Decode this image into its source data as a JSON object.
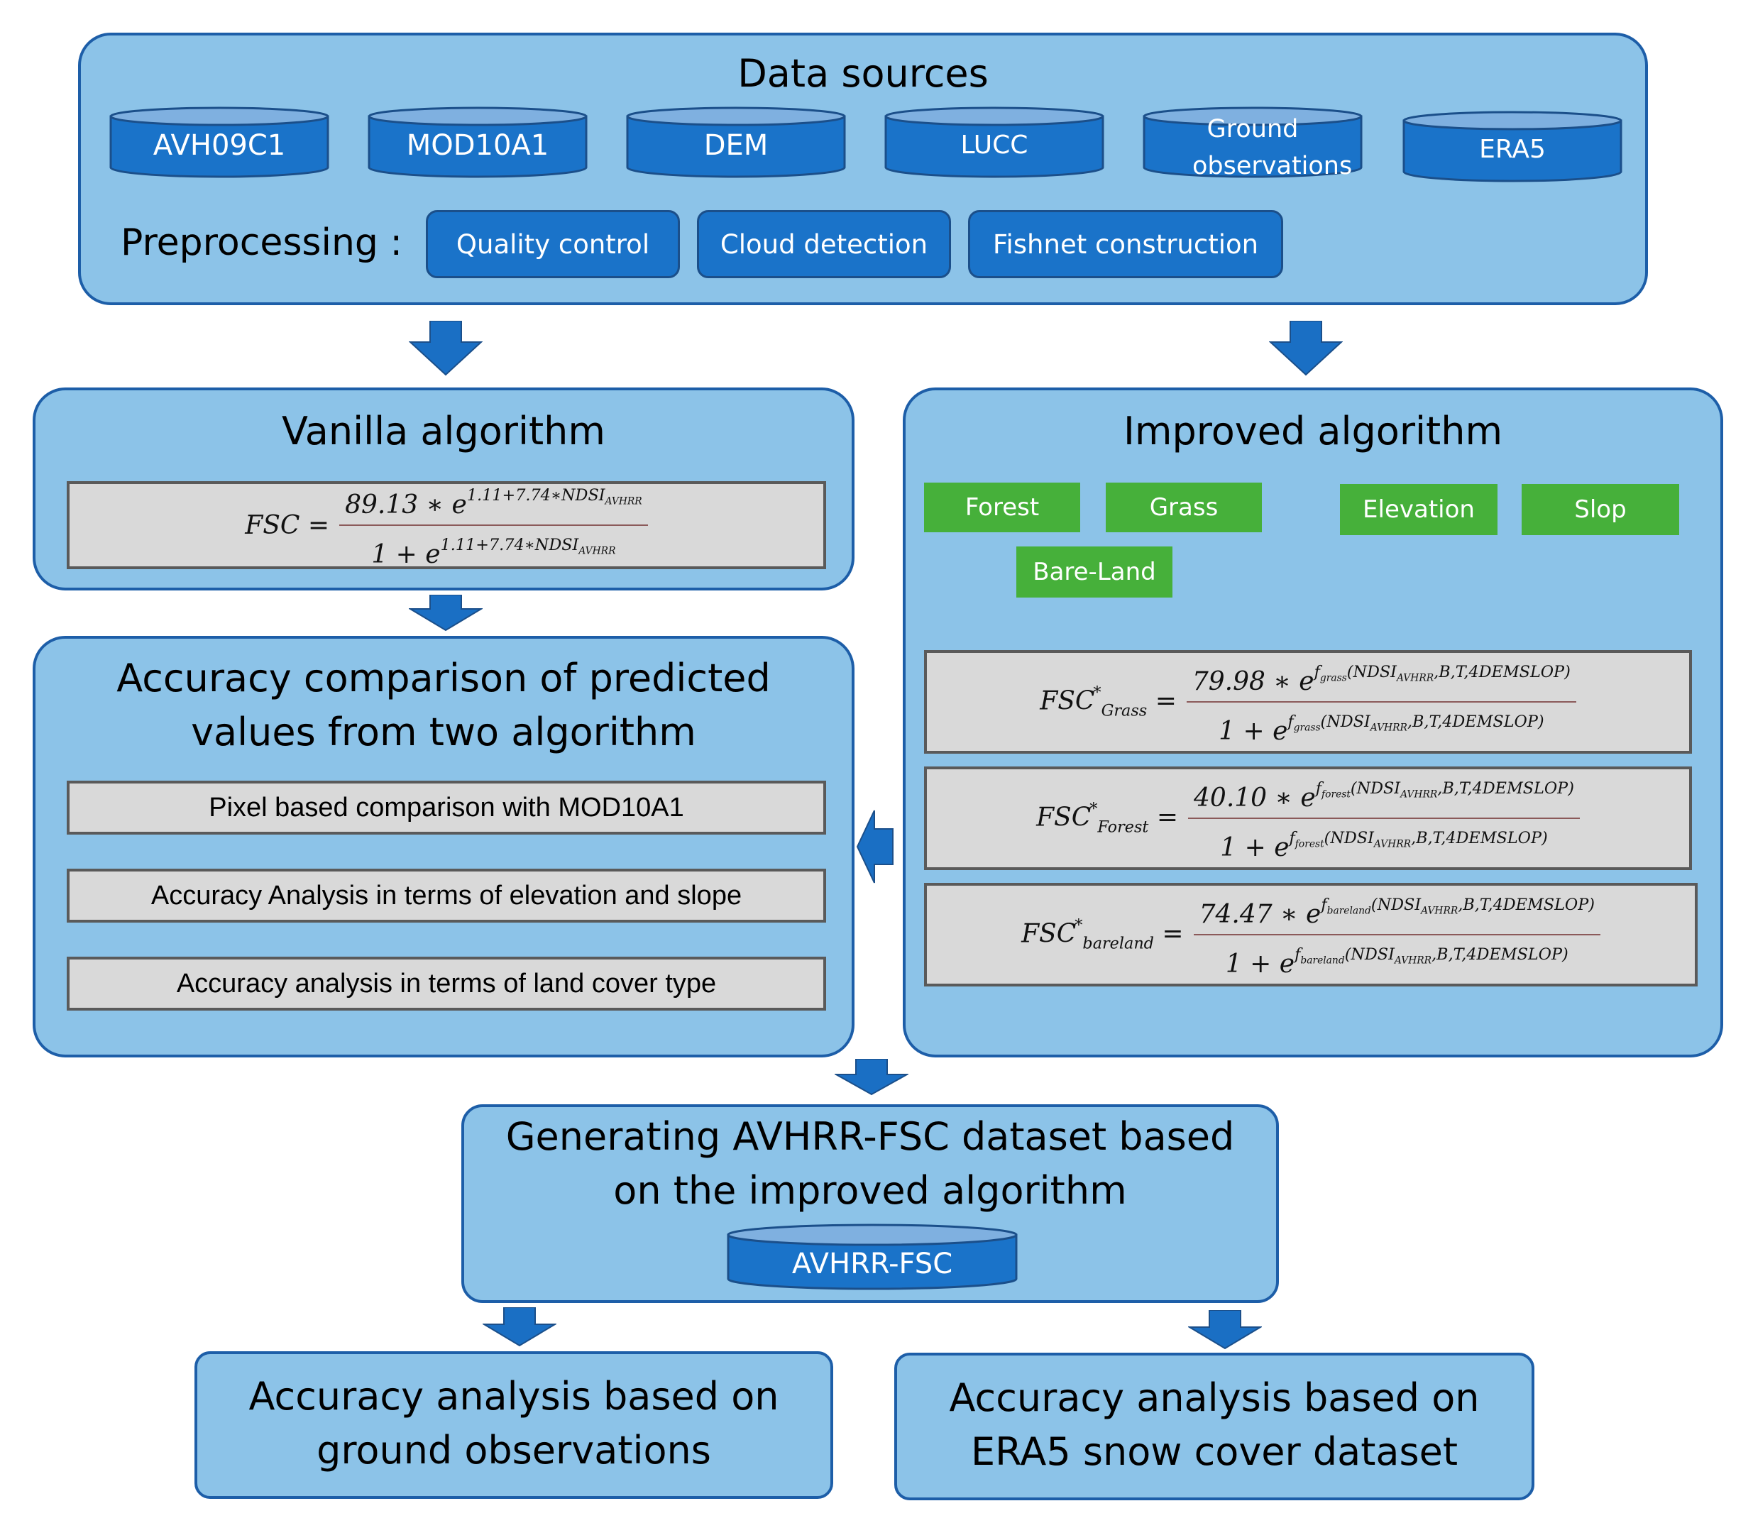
{
  "colors": {
    "panel_fill": "#8cc3e8",
    "panel_border": "#1d5ea8",
    "db_fill": "#1a73c9",
    "db_top": "#7fb0e0",
    "category_green": "#46b03a",
    "gray_box": "#d9d9d9",
    "arrow": "#1a6fc4"
  },
  "data_sources": {
    "title": "Data sources",
    "databases": [
      "AVH09C1",
      "MOD10A1",
      "DEM",
      "LUCC",
      "Ground observations",
      "ERA5"
    ],
    "preprocessing_label": "Preprocessing :",
    "preprocessing_steps": [
      "Quality control",
      "Cloud detection",
      "Fishnet construction"
    ]
  },
  "vanilla": {
    "title": "Vanilla algorithm",
    "formula": {
      "lhs": "FSC",
      "eq": "=",
      "numerator_coef": "89.13 ∗ e",
      "exponent": "1.11+7.74∗NDSI",
      "exponent_sub": "AVHRR",
      "denominator_lead": "1 + e"
    }
  },
  "improved": {
    "title": "Improved algorithm",
    "categories": [
      "Forest",
      "Grass",
      "Bare-Land",
      "Elevation",
      "Slop"
    ],
    "formulas": [
      {
        "lhs": "FSC",
        "sub": "Grass",
        "coef": "79.98",
        "f_sub": "grass",
        "args": "(NDSI",
        "args_sub": "AVHRR",
        "args_rest": ",B,T,4DEMSLOP)"
      },
      {
        "lhs": "FSC",
        "sub": "Forest",
        "coef": "40.10",
        "f_sub": "forest",
        "args": "(NDSI",
        "args_sub": "AVHRR",
        "args_rest": ",B,T,4DEMSLOP)"
      },
      {
        "lhs": "FSC",
        "sub": "bareland",
        "coef": "74.47",
        "f_sub": "bareland",
        "args": "(NDSI",
        "args_sub": "AVHRR",
        "args_rest": ",B,T,4DEMSLOP)"
      }
    ]
  },
  "comparison": {
    "title_line1": "Accuracy comparison of predicted",
    "title_line2": "values from two algorithm",
    "items": [
      "Pixel based comparison with MOD10A1",
      "Accuracy Analysis in terms of elevation and slope",
      "Accuracy analysis in terms of land cover type"
    ]
  },
  "generating": {
    "title_line1": "Generating AVHRR-FSC dataset based",
    "title_line2": "on the improved algorithm",
    "database": "AVHRR-FSC"
  },
  "outputs": [
    {
      "line1": "Accuracy analysis based on",
      "line2": "ground observations"
    },
    {
      "line1": "Accuracy analysis based on",
      "line2": "ERA5 snow cover dataset"
    }
  ]
}
